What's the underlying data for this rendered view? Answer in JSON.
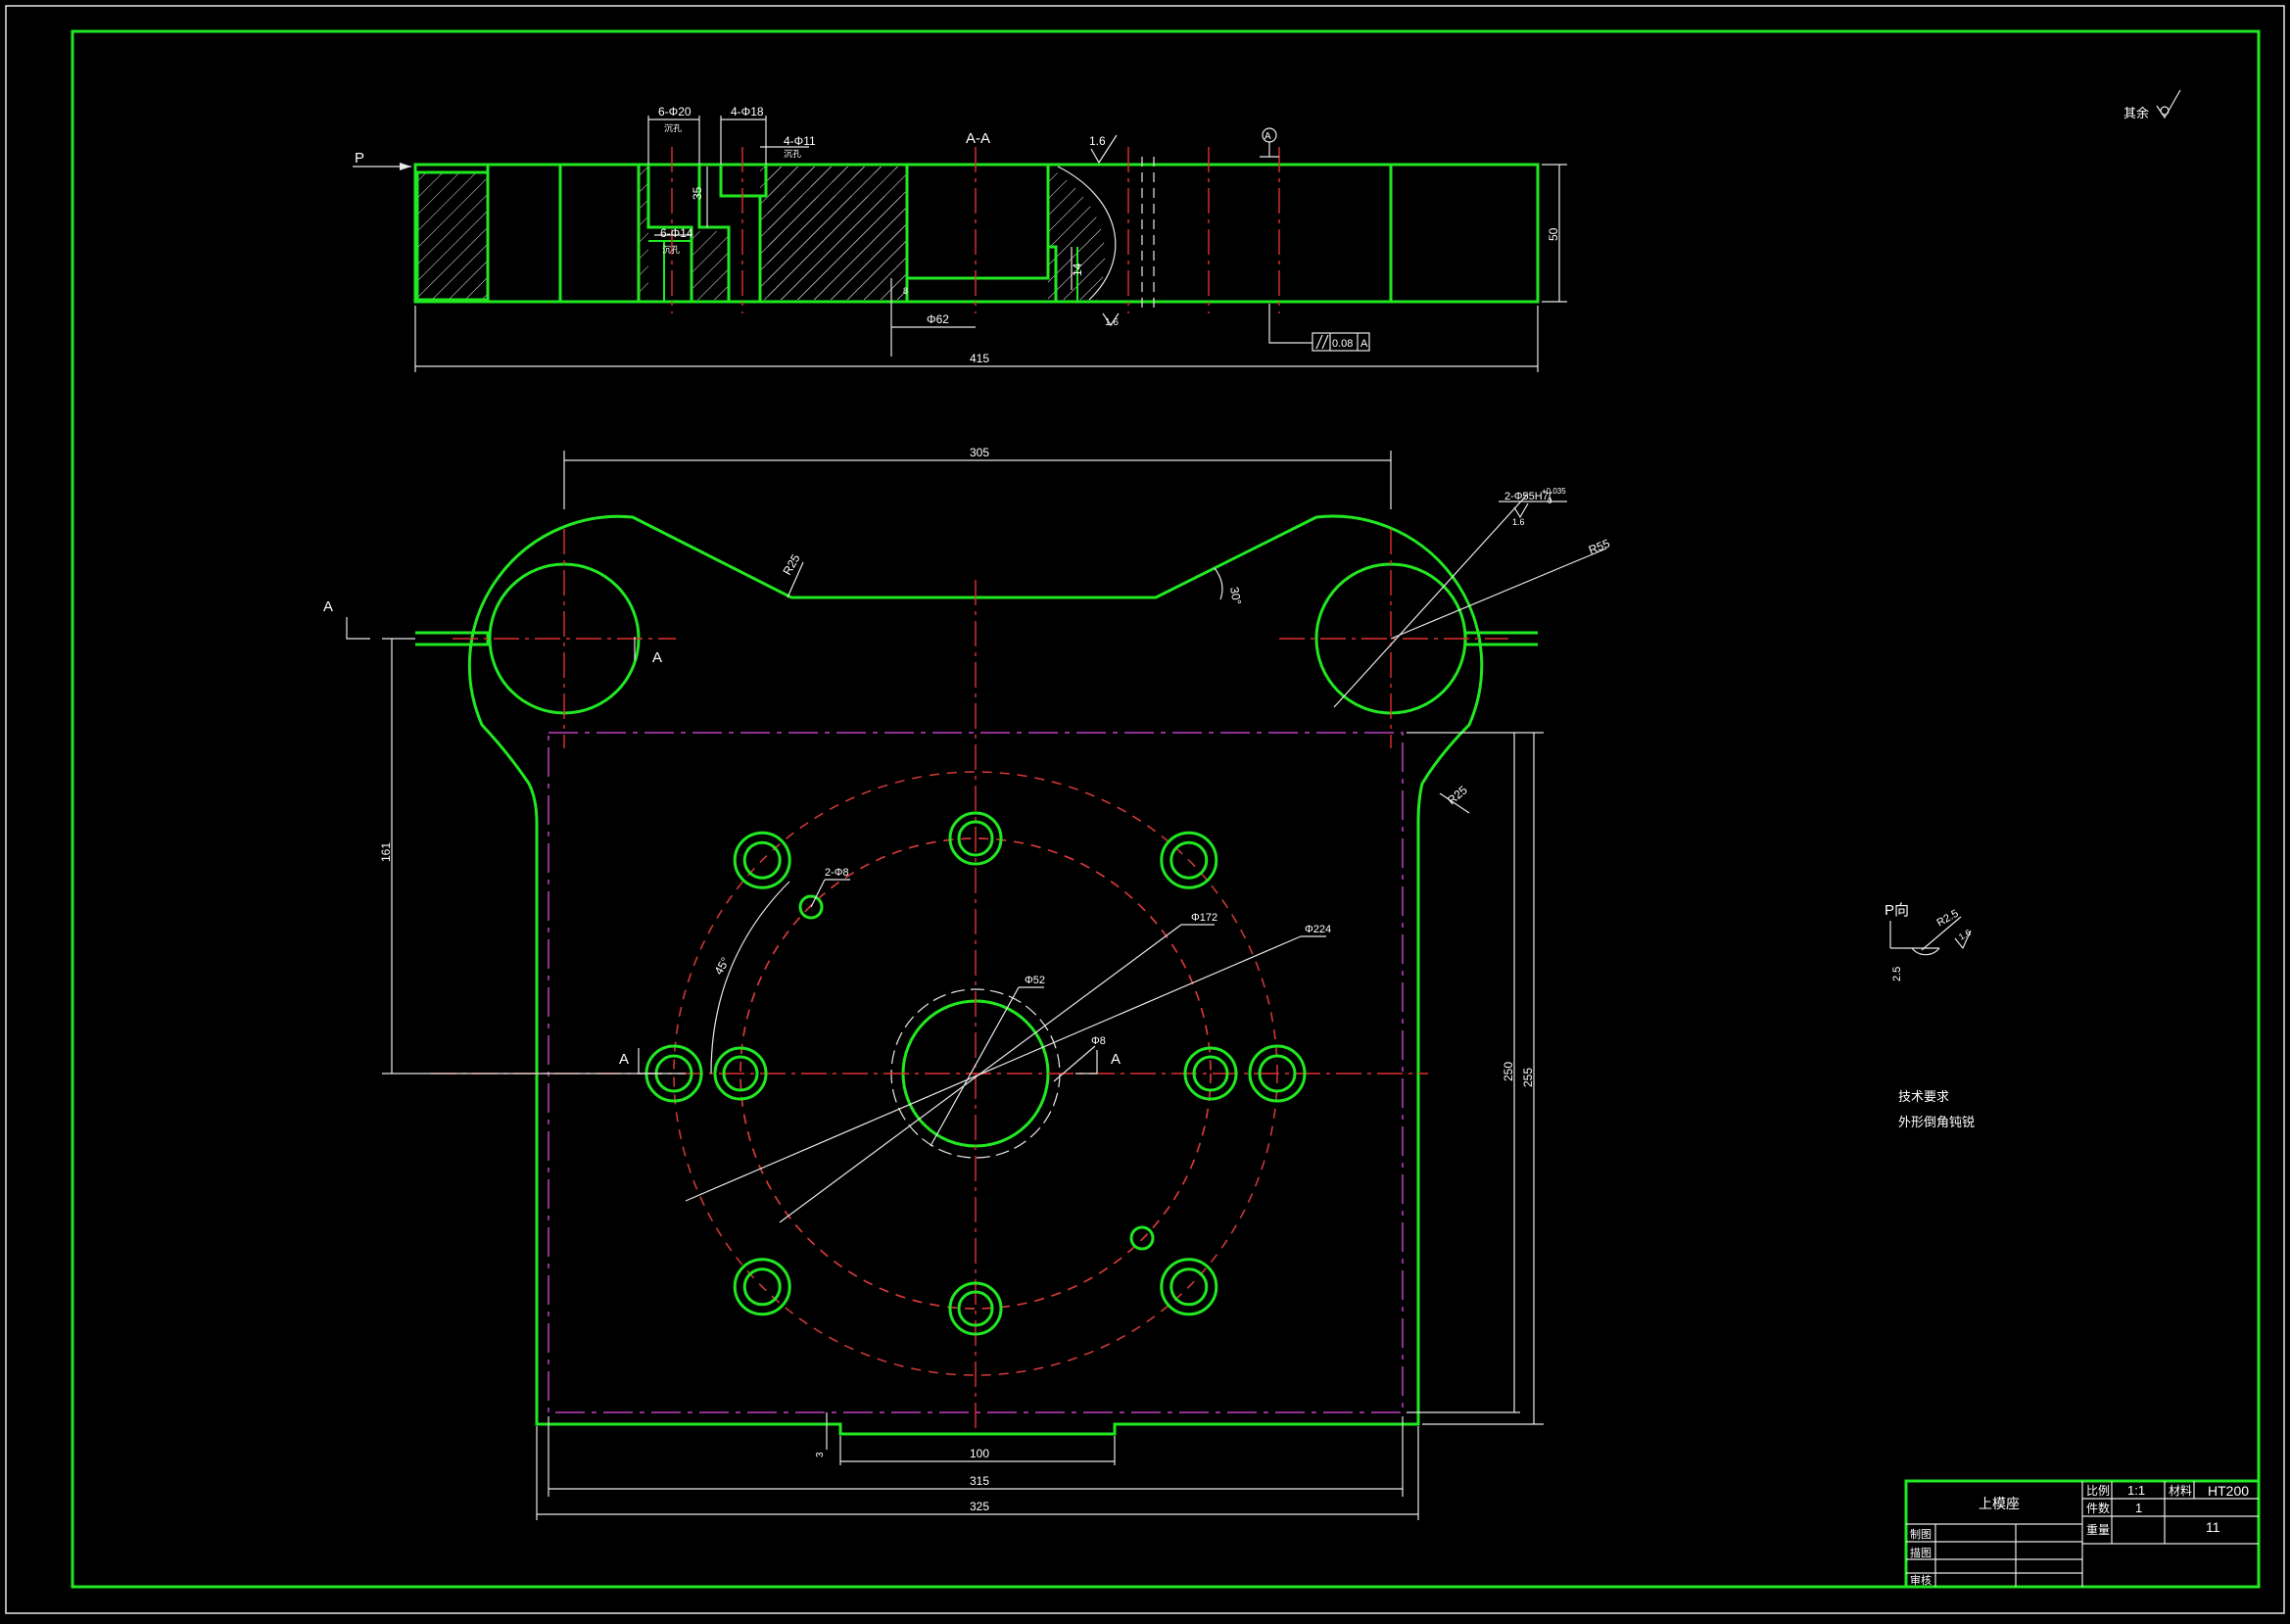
{
  "drawing": {
    "section_label": "A-A",
    "datum_symbol": "A",
    "top_right_note": "其余",
    "surface_roughness_symbol": "surface-roughness-icon",
    "arrow_p": "P",
    "view_p_label": "P向",
    "colors": {
      "outline": "#22e822",
      "dimension": "#e8e8e8",
      "center": "#e03030",
      "phantom": "#c040c0",
      "background": "#000000"
    }
  },
  "section_view": {
    "dims": {
      "hole_6_20": "6-Φ20",
      "hole_4_18": "4-Φ18",
      "hole_4_11": "4-Φ11",
      "hole_6_14": "6-Φ14",
      "sink_label": "沉孔",
      "depth_35": "35",
      "depth_14": "14",
      "depth_8": "8",
      "dia_62": "Φ62",
      "overall_415": "415",
      "height_50": "50",
      "roughness_16a": "1.6",
      "roughness_16b": "1.6",
      "parallelism_value": "0.08",
      "parallelism_datum": "A"
    }
  },
  "plan_view": {
    "dims": {
      "span_305": "305",
      "r25": "R25",
      "r25b": "R25",
      "angle_30": "30°",
      "bore_label": "2-Φ55H7(",
      "bore_tol": "+0.035",
      "bore_tol2": "0",
      "bore_rough": "1.6",
      "r55": "R55",
      "dim_161": "161",
      "hole_2_8": "2-Φ8",
      "angle_45": "45°",
      "dia_172": "Φ172",
      "dia_224": "Φ224",
      "dia_52": "Φ52",
      "dia_8": "Φ8",
      "sec_a1": "A",
      "sec_a2": "A",
      "sec_a3": "A",
      "sec_a4": "A",
      "dim_250": "250",
      "dim_255": "255",
      "dim_3": "3",
      "dim_100": "100",
      "dim_315": "315",
      "dim_325": "325"
    }
  },
  "detail_p": {
    "r25": "R2.5",
    "dim_25": "2.5",
    "rough": "1.6"
  },
  "tech_requirements": {
    "title": "技术要求",
    "line1": "外形倒角钝锐"
  },
  "title_block": {
    "part_name": "上模座",
    "scale_label": "比例",
    "scale_value": "1:1",
    "material_label": "材料",
    "material_value": "HT200",
    "qty_label": "件数",
    "qty_value": "1",
    "weight_label": "重量",
    "drawing_no": "11",
    "designer_label": "制图",
    "drafter_label": "描图",
    "reviewer_label": "审核"
  }
}
